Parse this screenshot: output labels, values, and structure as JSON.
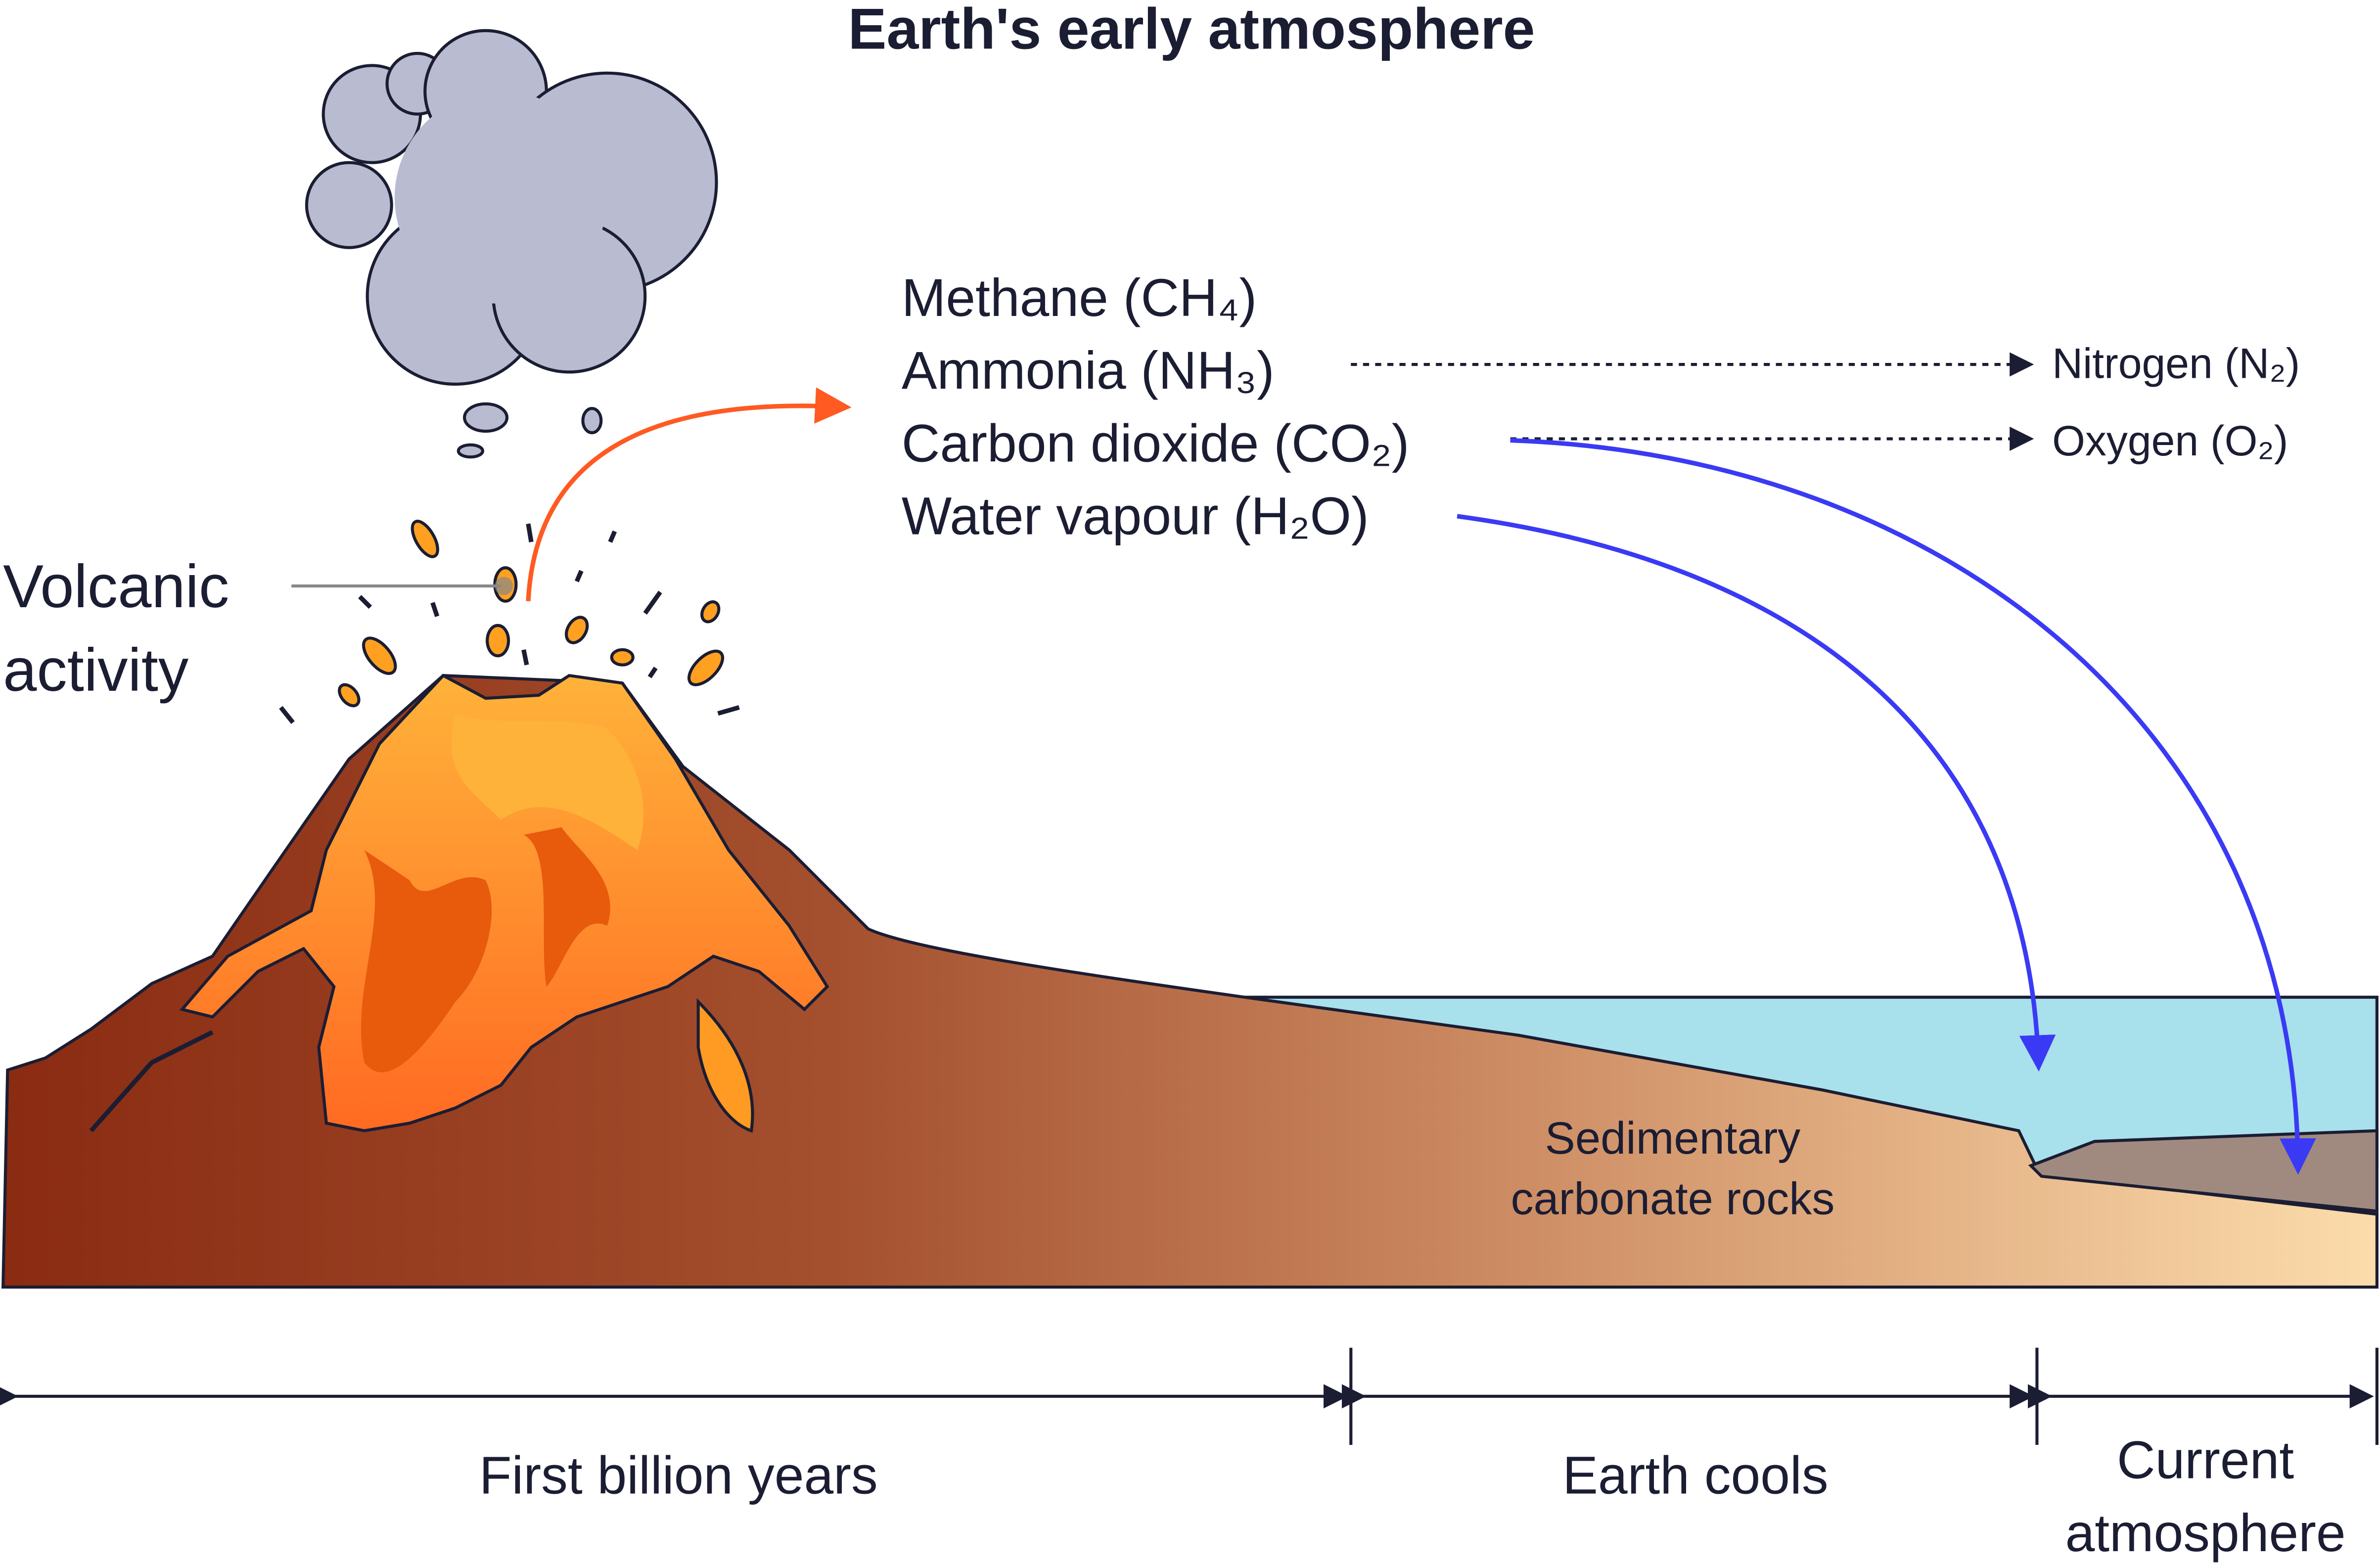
{
  "title": "Earth's early atmosphere",
  "volcano_label": {
    "line1": "Volcanic",
    "line2": "activity"
  },
  "gases": [
    "Methane (CH₄)",
    "Ammonia (NH₃)",
    "Carbon dioxide (CO₂)",
    "Water vapour (H₂O)"
  ],
  "products": [
    "Nitrogen (N₂)",
    "Oxygen (O₂)"
  ],
  "rocks_label": {
    "line1": "Sedimentary",
    "line2": "carbonate rocks"
  },
  "timeline": {
    "first": "First billion years",
    "second": "Earth cools",
    "third_line1": "Current",
    "third_line2": "atmosphere"
  },
  "colors": {
    "volcanic_arrow": "#ff5a22",
    "water_arrow": "#3a3af5",
    "sea": "#a8e0ec",
    "cloud": "#b9bbd1",
    "ink": "#1b1d33"
  }
}
